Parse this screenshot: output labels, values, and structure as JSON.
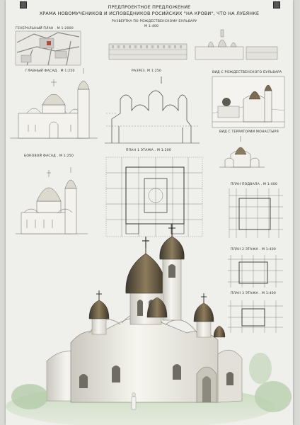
{
  "header": {
    "line1": "ПРЕДПРОЕКТНОЕ ПРЕДЛОЖЕНИЕ",
    "line2": "ХРАМА НОВОМУЧЕНИКОВ И ИСПОВЕДНИКОВ РОСИЙСКИХ \"НА КРОВИ\", ЧТО НА ЛУБЯНКЕ"
  },
  "labels": {
    "site_plan": "ГЕНЕРАЛЬНЫЙ ПЛАН . М 1:2000",
    "elevation_street_1": "РАЗВЕРТКА ПО РОЖДЕСТВЕНСКОМУ БУЛЬВАРУ",
    "elevation_street_2": "М 1:400",
    "main_facade": "ГЛАВНЫЙ ФАСАД . М 1:250",
    "section": "РАЗРЕЗ. М 1:250",
    "view_boulevard": "ВИД С РОЖДЕСТВЕНСКОГО БУЛЬВАРА",
    "view_monastery": "ВИД С ТЕРРИТОРИИ МОНАСТЫРЯ",
    "side_facade": "БОКОВОЙ ФАСАД . М 1:250",
    "plan_floor1": "ПЛАН 1 ЭТАЖА . М 1:200",
    "plan_basement": "ПЛАН ПОДВАЛА . М 1:400",
    "plan_floor2": "ПЛАН 2 ЭТАЖА . М 1:400",
    "plan_floor3": "ПЛАН 3 ЭТАЖА . М 1:400"
  },
  "colors": {
    "paper": "#efefec",
    "ink": "#2b2b2b",
    "dome": "#6f6048",
    "wall": "#f1f0ea",
    "shadow": "#b9b6ab",
    "grass": "#a8c59a"
  },
  "icons": [
    "pushpin-icon",
    "cross-icon"
  ]
}
